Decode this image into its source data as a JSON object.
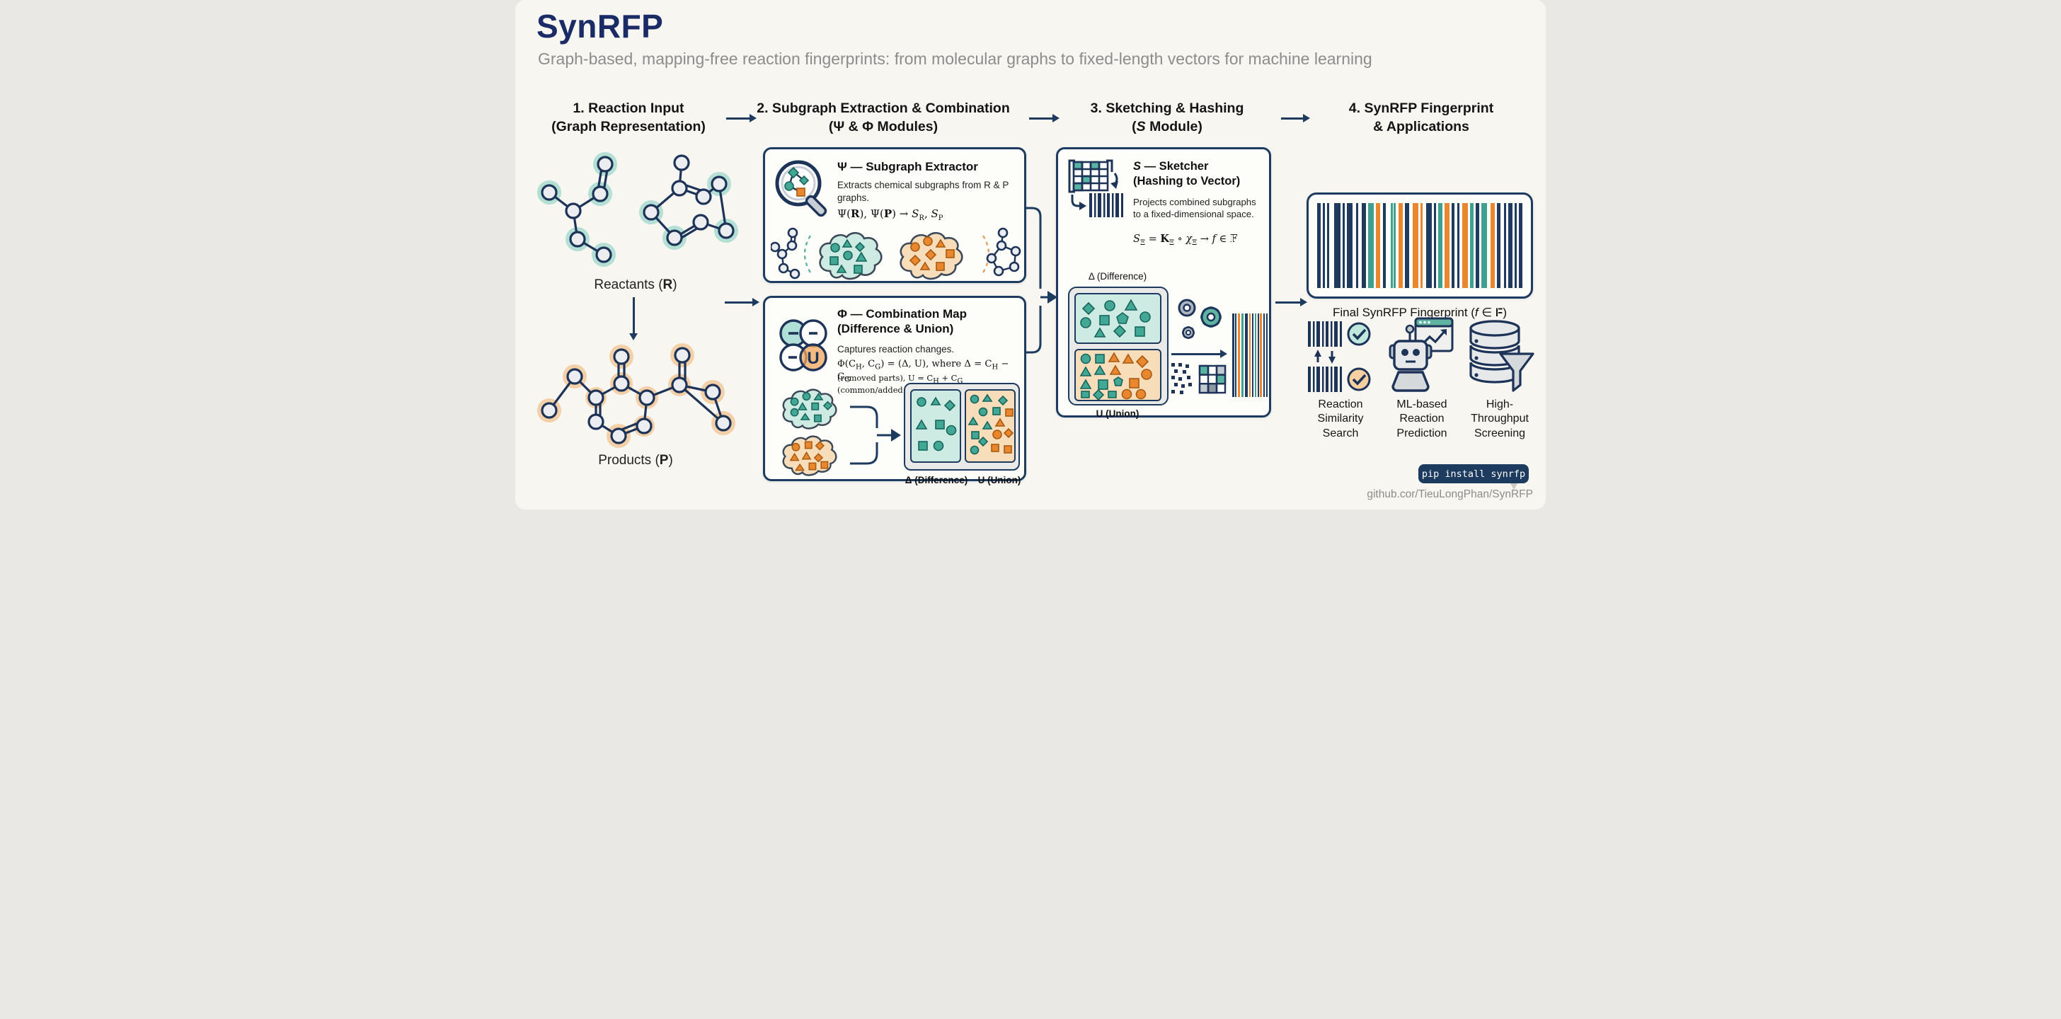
{
  "header": {
    "title": "SynRFP",
    "subtitle": "Graph-based, mapping-free reaction fingerprints: from molecular graphs to fixed-length vectors for machine learning"
  },
  "steps": [
    {
      "line1": "1. Reaction Input",
      "line2": "(Graph Representation)"
    },
    {
      "line1": "2. Subgraph Extraction & Combination",
      "line2": "(Ψ & Φ Modules)"
    },
    {
      "line1": "3. Sketching & Hashing",
      "line2_html": "(<i>S</i> Module)"
    },
    {
      "line1": "4. SynRFP Fingerprint",
      "line2": "& Applications"
    }
  ],
  "reaction_input": {
    "reactants_label_html": "Reactants (<b>R</b>)",
    "products_label_html": "Products (<b>P</b>)"
  },
  "psi_module": {
    "title": "Ψ — Subgraph Extractor",
    "description": "Extracts chemical subgraphs from R & P graphs.",
    "formula_html": "Ψ(<b>R</b>), Ψ(<b>P</b>) → <i>S</i><sub>R</sub>, <i>S</i><sub>P</sub>"
  },
  "phi_module": {
    "title_line1": "Φ — Combination Map",
    "title_line2": "(Difference & Union)",
    "description": "Captures reaction changes.",
    "formula_line1_html": "Φ(C<sub>H</sub>, C<sub>G</sub>) = (Δ, U), where Δ = C<sub>H</sub> − C<sub>G</sub>",
    "formula_line2_html": "(removed parts), U = C<sub>H</sub> + C<sub>G</sub> (common/added parts)",
    "difference_label_html": "<b>Δ</b> (Difference)",
    "union_label_html": "<b>U</b> (Union)"
  },
  "sketcher_module": {
    "title_line1_html": "<i>S</i> — Sketcher",
    "title_line2": "(Hashing to Vector)",
    "description": "Projects combined subgraphs to a fixed-dimensional space.",
    "formula_html": "<i>S</i><sub>Ξ</sub> = <b>K</b><sub>Ξ</sub> ∘ <i>χ</i><sub>Ξ</sub> → <i>f</i> ∈ <span class=\"bbF\">F</span>",
    "difference_label_html": "Δ (Difference)",
    "union_label_html": "<b>U</b> (Union)"
  },
  "fingerprint": {
    "caption_html": "Final SynRFP Fingerprint (<i>f</i> ∈ <span class=\"bbF\">F</span>)"
  },
  "applications": [
    {
      "label_html": "Reaction<br>Similarity<br>Search"
    },
    {
      "label_html": "ML-based<br>Reaction<br>Prediction"
    },
    {
      "label_html": "High-<br>Throughput<br>Screening"
    }
  ],
  "footer": {
    "pip_command": "pip install synrfp",
    "repo_url": "github.cor/TieuLongPhan/SynRFP"
  },
  "colors": {
    "navy": "#1e3a5f",
    "title_navy": "#1a2b66",
    "teal": "#3fa08f",
    "orange": "#e8872e",
    "teal_light": "#cdeae3",
    "orange_light": "#f8ddbb",
    "background": "#f7f6f1",
    "gray_text": "#8c8c8c"
  },
  "icons": {
    "magnifier": "magnifier-graph-icon",
    "venn": "venn-difference-union-icon",
    "matrix": "matrix-to-barcode-icon",
    "gears": "gears-icon",
    "hash": "hash-grid-icon",
    "barcode": "barcode-icon",
    "check": "check-circle-icon",
    "robot": "robot-icon",
    "database": "database-funnel-icon",
    "arrow": "flow-arrow-icon"
  }
}
